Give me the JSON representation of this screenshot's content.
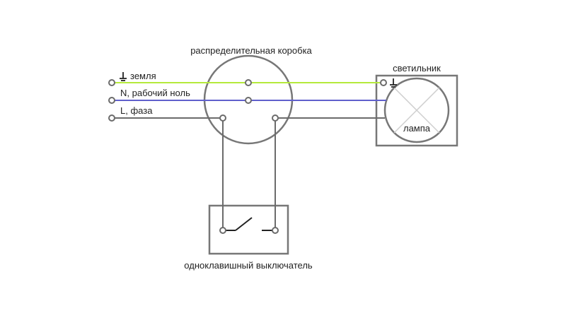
{
  "labels": {
    "junction_box": "распределительная коробка",
    "ground": "земля",
    "neutral": "N, рабочий ноль",
    "phase": "L, фаза",
    "luminaire": "светильник",
    "lamp": "лампа",
    "switch": "одноклавишный выключатель"
  },
  "colors": {
    "ground_wire": "#b5ea3c",
    "neutral_wire": "#6060cc",
    "phase_wire": "#6b6b6b",
    "outline": "#777777",
    "text": "#222222"
  },
  "icons": {
    "ground": "ground-symbol-icon",
    "lamp": "lamp-cross-icon",
    "switch": "switch-contact-icon"
  }
}
